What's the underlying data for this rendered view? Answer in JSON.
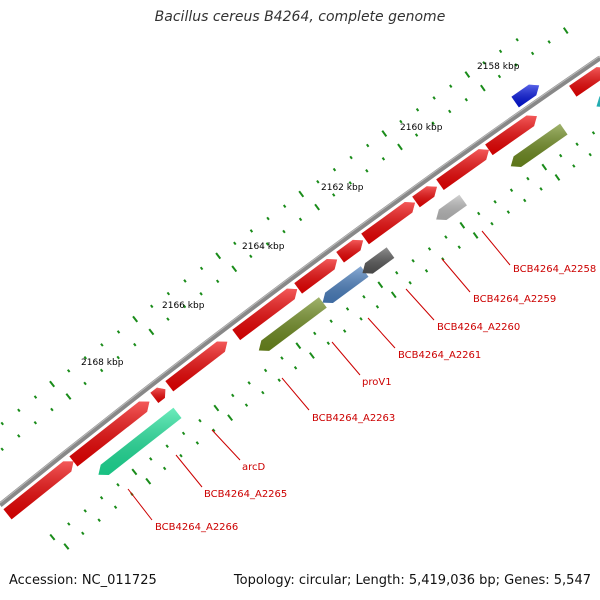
{
  "title": "Bacillus cereus B4264, complete genome",
  "footer": {
    "accession": "Accession: NC_011725",
    "stats": "Topology: circular; Length: 5,419,036 bp; Genes: 5,547"
  },
  "colors": {
    "backbone": "#8a8a8a",
    "tick": "#1a8c1a",
    "label": "#cc0000",
    "leader": "#cc0000"
  },
  "kbp_labels": [
    "2158 kbp",
    "2160 kbp",
    "2162 kbp",
    "2164 kbp",
    "2166 kbp",
    "2168 kbp"
  ],
  "gene_labels": [
    "BCB4264_A2258",
    "BCB4264_A2259",
    "BCB4264_A2260",
    "BCB4264_A2261",
    "proV1",
    "BCB4264_A2263",
    "arcD",
    "BCB4264_A2265",
    "BCB4264_A2266"
  ]
}
